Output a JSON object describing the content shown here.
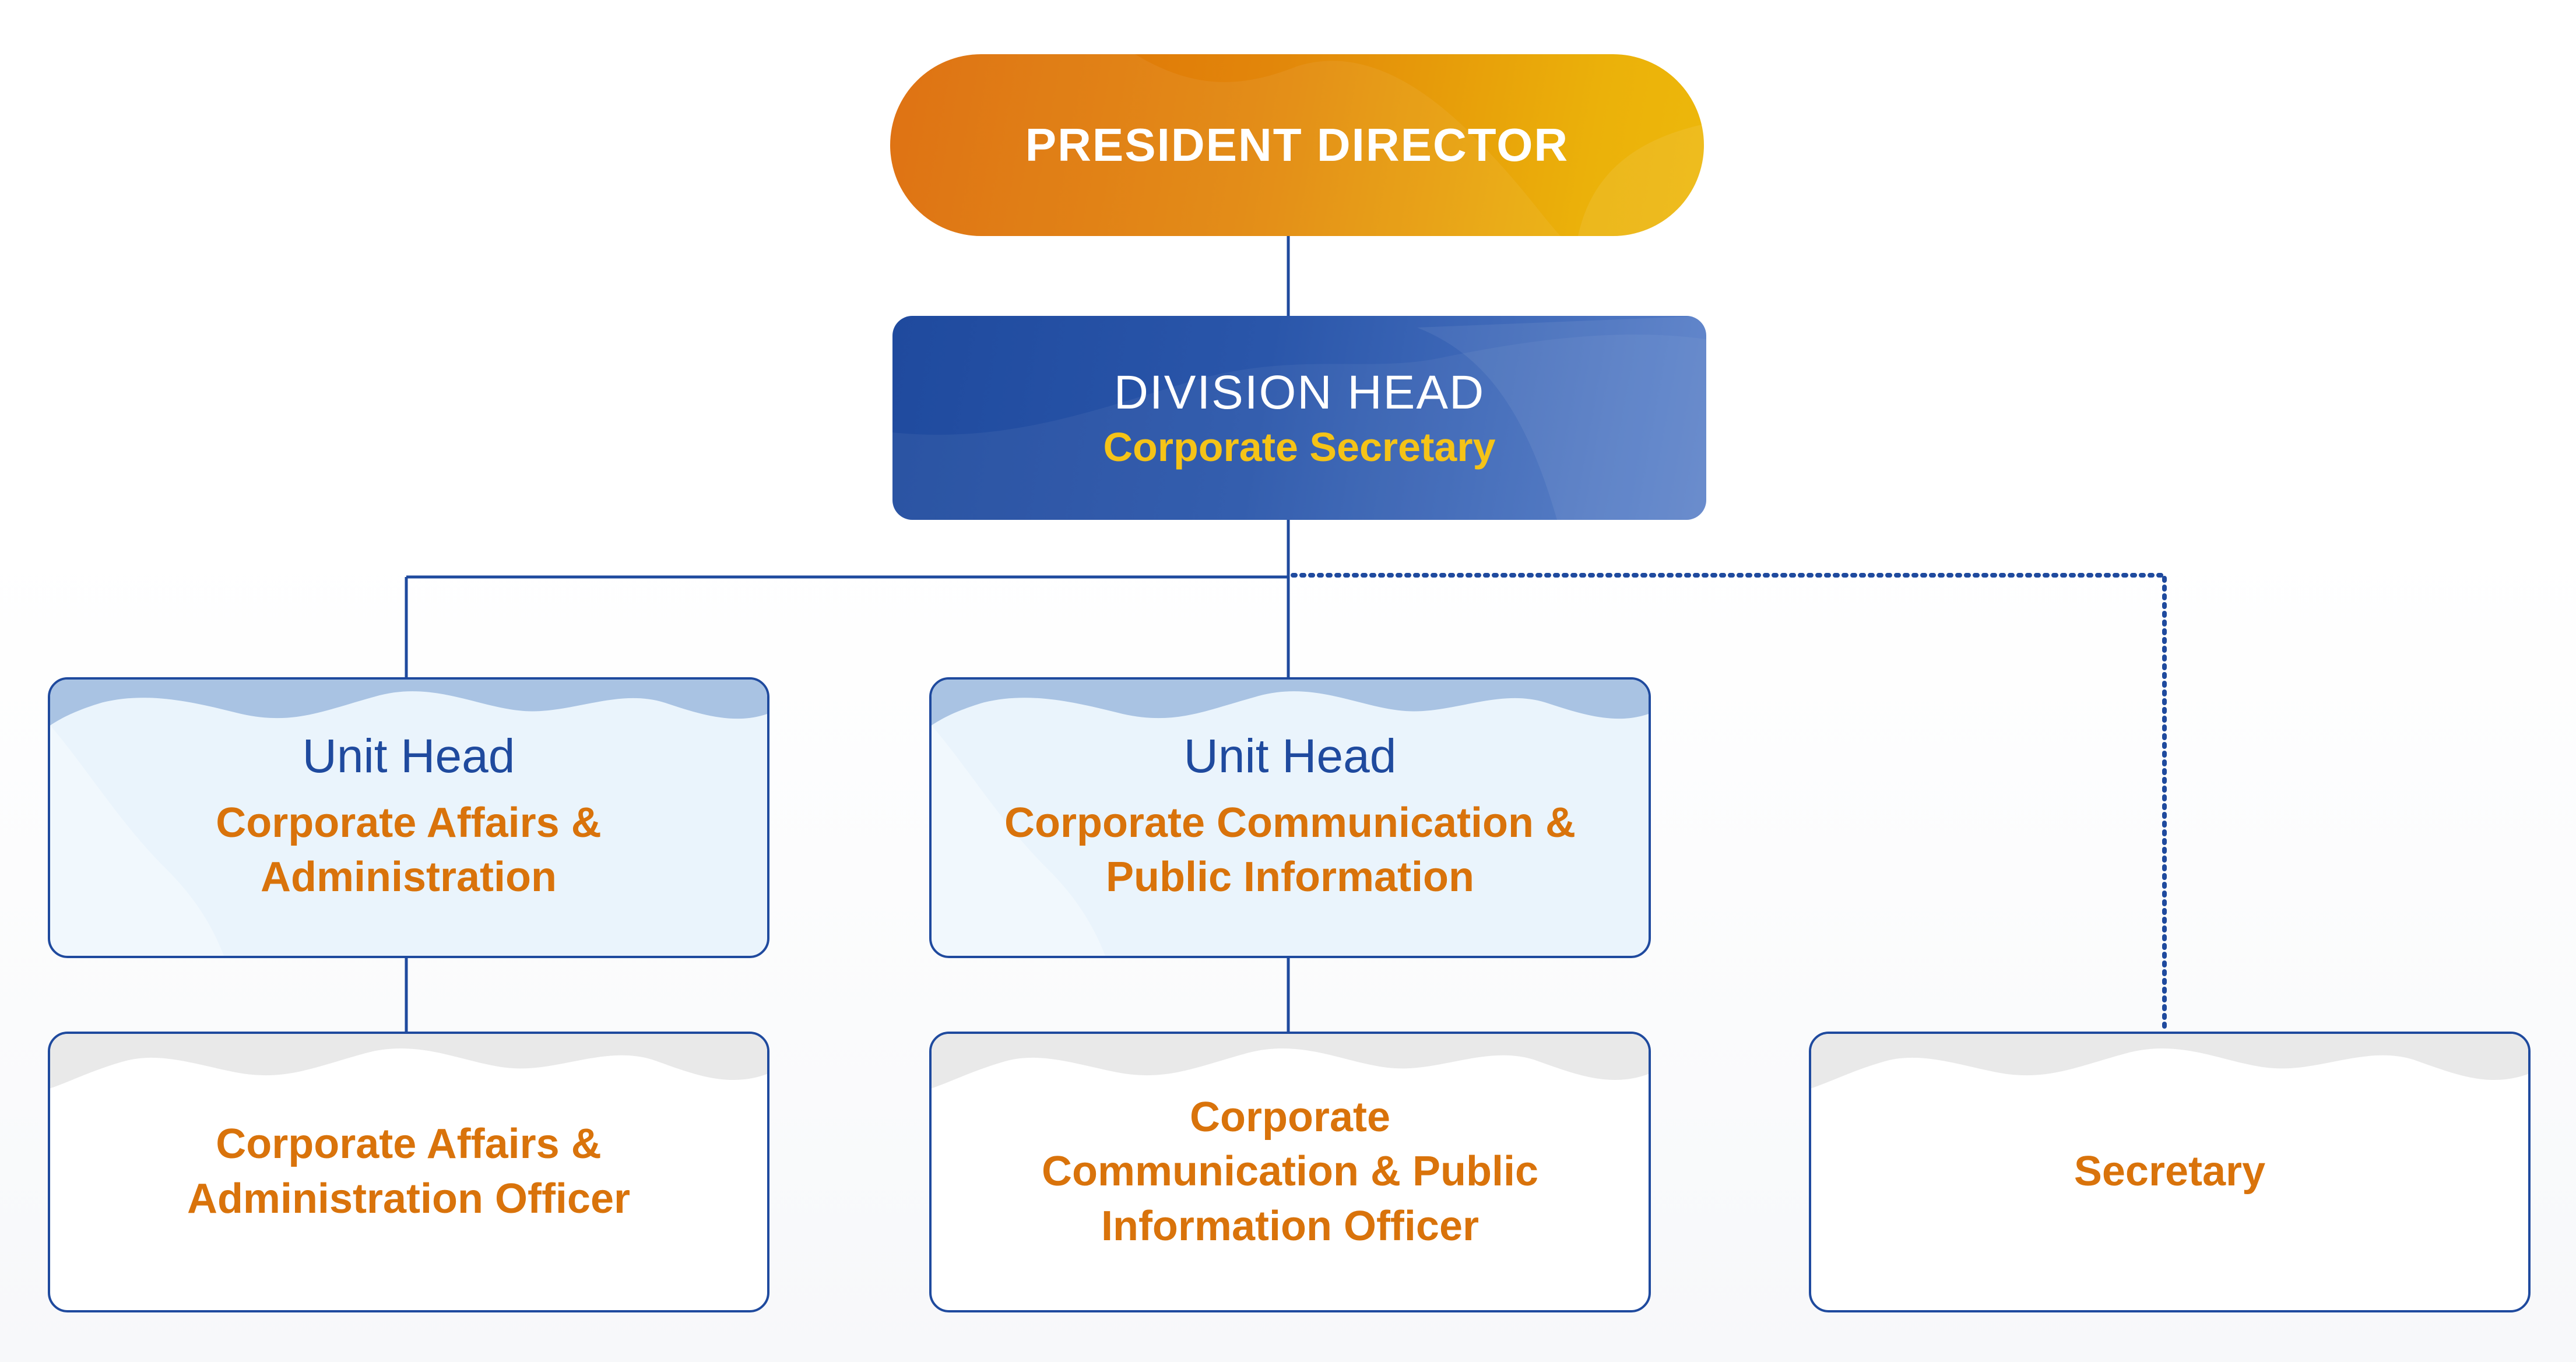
{
  "president": {
    "label": "PRESIDENT DIRECTOR"
  },
  "division": {
    "title": "DIVISION HEAD",
    "subtitle": "Corporate Secretary"
  },
  "units": [
    {
      "title": "Unit Head",
      "line1": "Corporate Affairs &",
      "line2": "Administration"
    },
    {
      "title": "Unit Head",
      "line1": "Corporate Communication &",
      "line2": "Public Information"
    }
  ],
  "officers": [
    {
      "line1": "Corporate Affairs &",
      "line2": "Administration Officer"
    },
    {
      "line1": "Corporate",
      "line2": "Communication & Public",
      "line3": "Information Officer"
    },
    {
      "line1": "Secretary"
    }
  ],
  "colors": {
    "navy": "#1f4a9e",
    "orange_text": "#d9730b",
    "gold_text": "#f5c317",
    "unit_fill": "#eaf4fc"
  }
}
